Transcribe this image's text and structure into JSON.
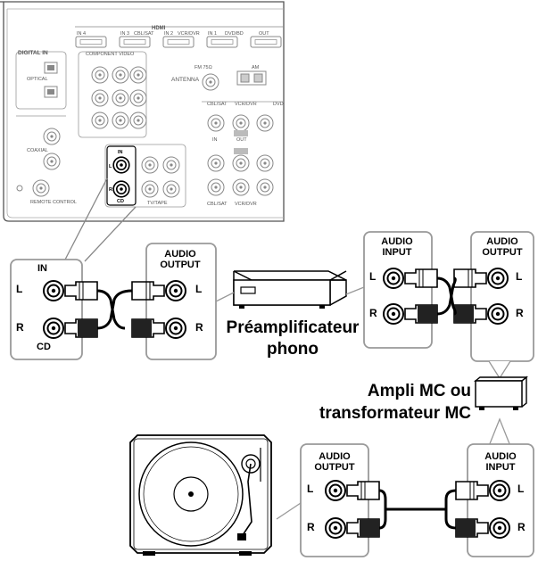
{
  "panel": {
    "hdmi_title": "HDMI",
    "hdmi_inputs": [
      "IN 4",
      "IN 3",
      "IN 2",
      "IN 1",
      "OUT"
    ],
    "hdmi_sources": [
      "",
      "CBL/SAT",
      "VCR/DVR",
      "DVD/BD",
      ""
    ],
    "digital_in": "DIGITAL IN",
    "optical": "OPTICAL",
    "coaxial": "COAXIAL",
    "component_video": "COMPONENT VIDEO",
    "antenna": "ANTENNA",
    "fm": "FM 75Ω",
    "am": "AM",
    "remote_control": "REMOTE CONTROL",
    "group_labels": [
      "CBL/SAT",
      "VCR/DVR",
      "DVD"
    ],
    "in_label": "IN",
    "out_label": "OUT",
    "cd_in_label": "IN",
    "cd_label": "CD",
    "tvtape_label": "TV/TAPE",
    "left": "L",
    "right": "R"
  },
  "receiver_cd": {
    "top": "IN",
    "bottom": "CD",
    "left": "L",
    "right": "R"
  },
  "preamp_output": {
    "title": "AUDIO\nOUTPUT",
    "left": "L",
    "right": "R"
  },
  "preamp_input": {
    "title": "AUDIO\nINPUT",
    "left": "L",
    "right": "R"
  },
  "mc_output": {
    "title": "AUDIO\nOUTPUT",
    "left": "L",
    "right": "R"
  },
  "mc_input": {
    "title": "AUDIO\nINPUT",
    "left": "L",
    "right": "R"
  },
  "turntable_output": {
    "title": "AUDIO\nOUTPUT",
    "left": "L",
    "right": "R"
  },
  "labels": {
    "preamp": "Préamplificateur\nphono",
    "mc_amp": "Ampli MC ou\ntransformateur MC"
  },
  "colors": {
    "line": "#000000",
    "panel_line": "#888888",
    "box_line": "#999999",
    "gray_fill": "#d8d8d8"
  }
}
